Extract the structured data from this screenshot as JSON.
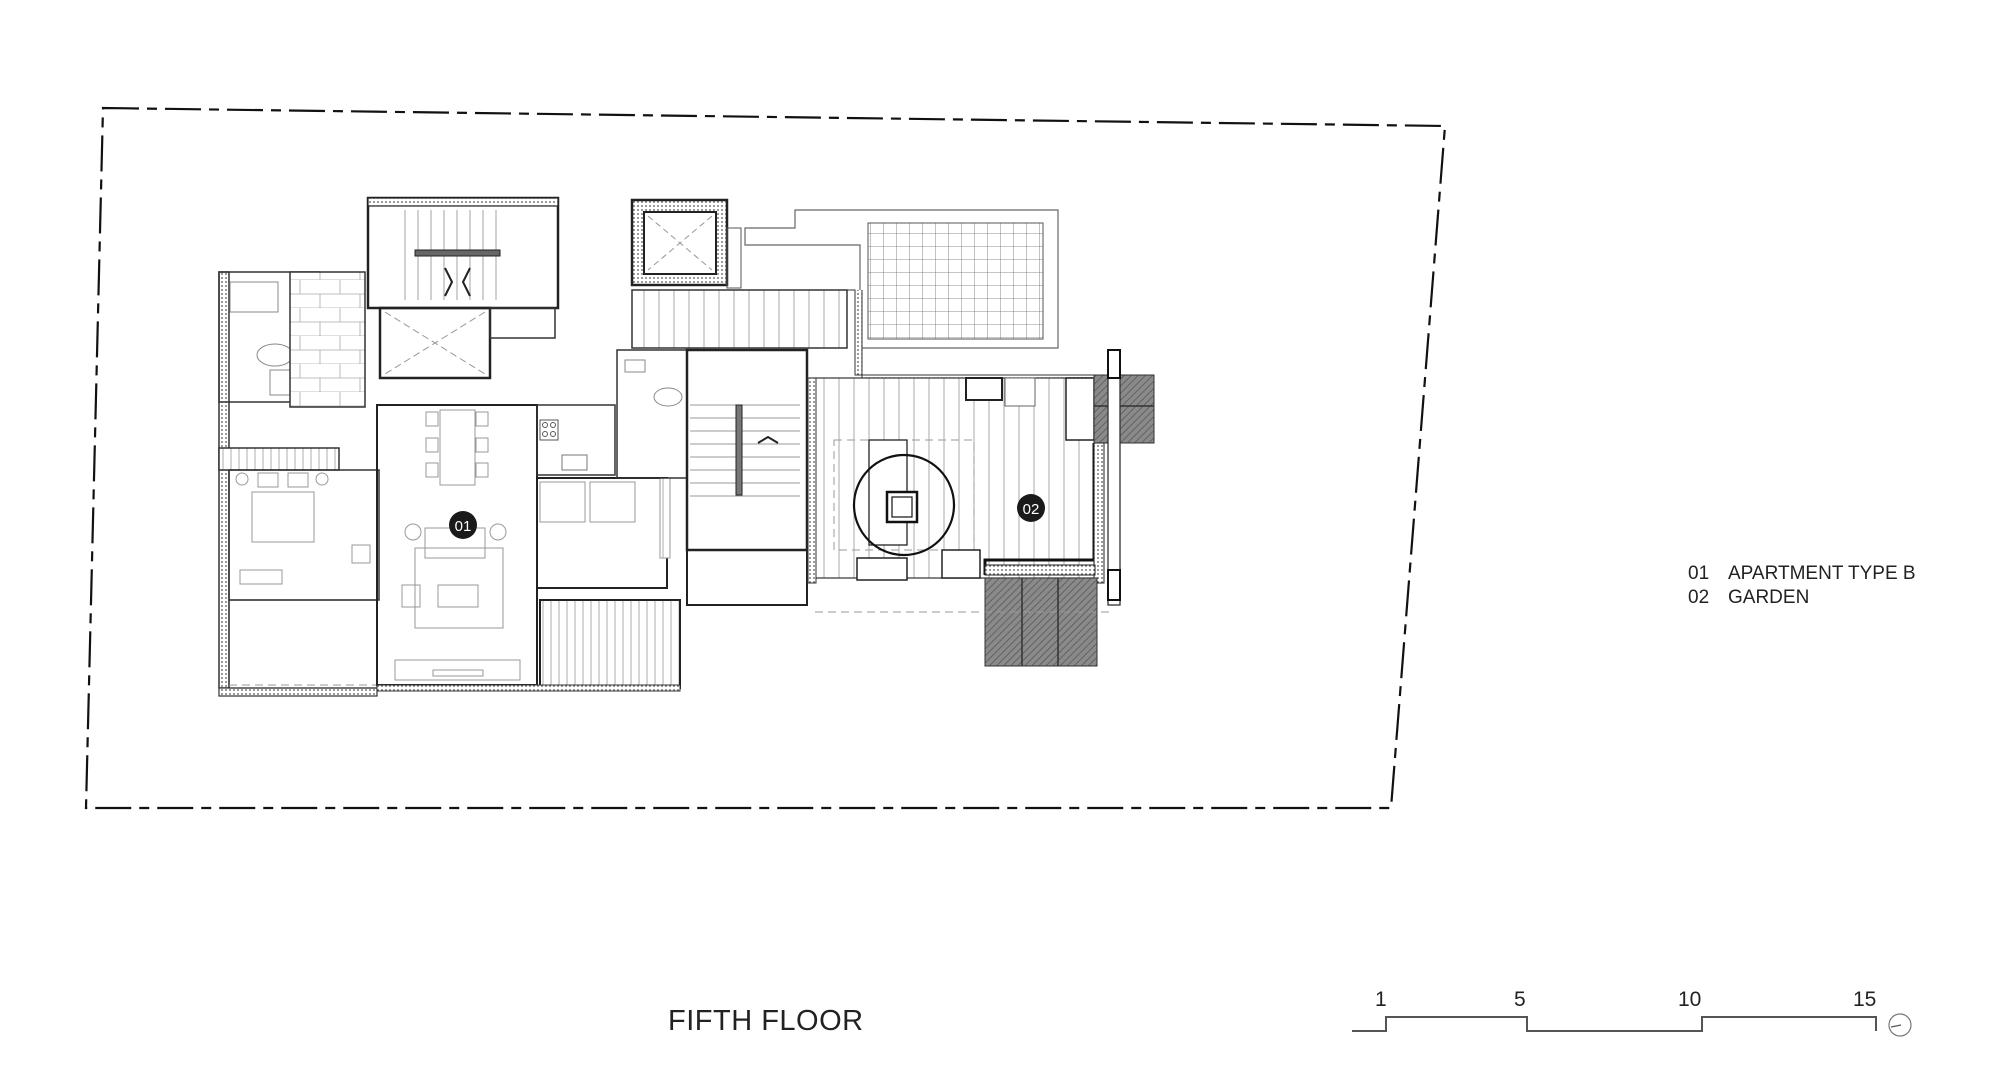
{
  "drawing": {
    "title": "FIFTH FLOOR",
    "legend": [
      {
        "num": "01",
        "label": "APARTMENT TYPE B"
      },
      {
        "num": "02",
        "label": "GARDEN"
      }
    ],
    "room_tags": [
      {
        "num": "01",
        "label": "APARTMENT TYPE B"
      },
      {
        "num": "02",
        "label": "GARDEN"
      }
    ],
    "scale_bar": {
      "ticks": [
        "1",
        "5",
        "10",
        "15"
      ]
    },
    "colors": {
      "line": "#222222",
      "light_line": "#9a9a9a",
      "tag_fill": "#1a1a1a",
      "hatch_fill": "#7c7c7c",
      "background": "#ffffff"
    }
  }
}
